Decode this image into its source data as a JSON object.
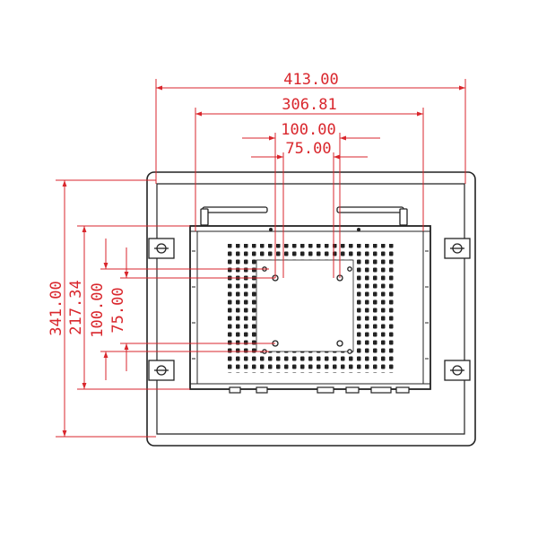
{
  "colors": {
    "dimension": "#d9262c",
    "outline": "#222222",
    "background": "#ffffff"
  },
  "dimensions": {
    "overall_width": "413.00",
    "inner_width": "306.81",
    "vesa_outer_width": "100.00",
    "vesa_inner_width": "75.00",
    "overall_height": "341.00",
    "inner_height": "217.34",
    "vesa_outer_height": "100.00",
    "vesa_inner_height": "75.00"
  }
}
